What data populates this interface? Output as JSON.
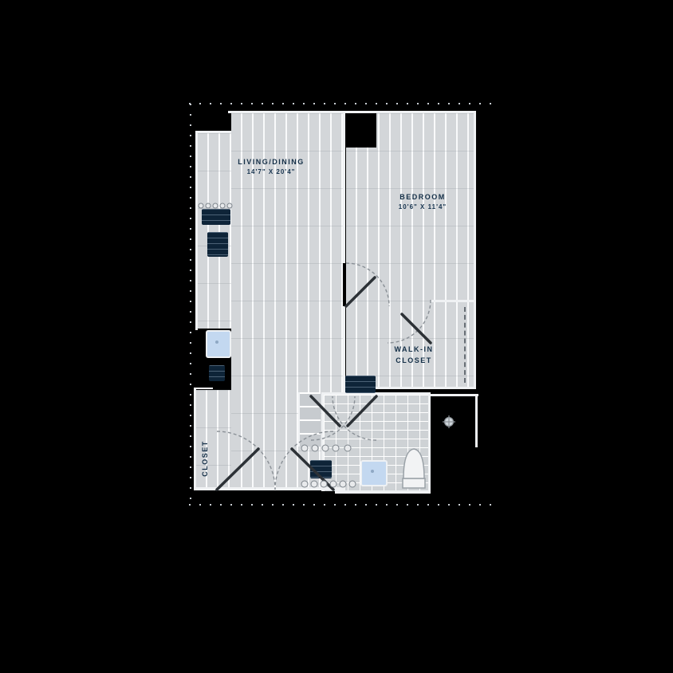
{
  "scene": {
    "kind": "apartment floor plan",
    "background": "#000000"
  },
  "colors": {
    "floor_plank": "#d3d6d9",
    "floor_gap": "#f9fafb",
    "tile": "#ced2d5",
    "wall": "#eff1f3",
    "label_text": "#142f47",
    "appliance_fill": "#0e2438",
    "sink_fill": "#c3d8f0",
    "door_arc": "#8a9096",
    "door_leaf": "#2c3136",
    "tick_dots": "#c9ced3"
  },
  "rooms": {
    "living": {
      "name": "LIVING/DINING",
      "dims": "14'7\" X 20'4\""
    },
    "bedroom": {
      "name": "BEDROOM",
      "dims": "10'6\" X 11'4\""
    },
    "walk_in_closet": {
      "name_line1": "WALK-IN",
      "name_line2": "CLOSET"
    },
    "closet": {
      "name": "CLOSET"
    }
  },
  "fixtures": {
    "kitchen_range": "range-icon",
    "kitchen_fridge": "fridge-icon",
    "kitchen_sink": "sink-icon",
    "dishwasher": "dishwasher-icon",
    "island_cooktop": "cooktop-icon",
    "washer_dryer": "washer-dryer-icon",
    "linen_shelves": "shelves-icon",
    "toilet": "toilet-icon",
    "bath_sink": "sink-icon",
    "closet_rod": "closet-rod-icon",
    "ceiling_light": "light-icon",
    "door_swings": "door-swing-icon"
  }
}
